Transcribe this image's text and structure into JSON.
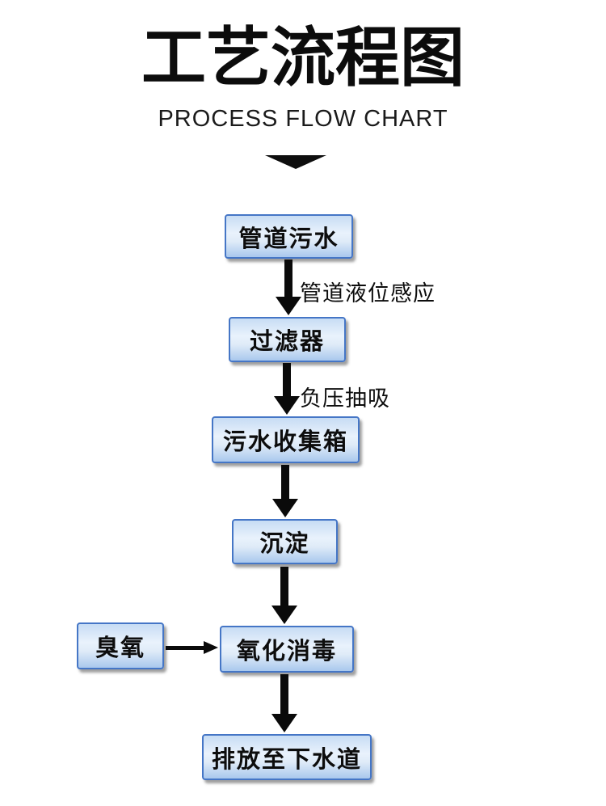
{
  "header": {
    "title": "工艺流程图",
    "subtitle": "PROCESS FLOW CHART"
  },
  "flow": {
    "nodes": {
      "pipeline_sewage": "管道污水",
      "filter": "过滤器",
      "collection_tank": "污水收集箱",
      "sedimentation": "沉淀",
      "ozone": "臭氧",
      "oxidation_disinfection": "氧化消毒",
      "discharge_sewer": "排放至下水道"
    },
    "edges": [
      {
        "from": "pipeline_sewage",
        "to": "filter",
        "label": "管道液位感应"
      },
      {
        "from": "filter",
        "to": "collection_tank",
        "label": "负压抽吸"
      },
      {
        "from": "collection_tank",
        "to": "sedimentation",
        "label": ""
      },
      {
        "from": "sedimentation",
        "to": "oxidation_disinfection",
        "label": ""
      },
      {
        "from": "ozone",
        "to": "oxidation_disinfection",
        "label": ""
      },
      {
        "from": "oxidation_disinfection",
        "to": "discharge_sewer",
        "label": ""
      }
    ]
  },
  "colors": {
    "background": "#ffffff",
    "box_border": "#4576c6",
    "box_fill_top": "#c7dcf4",
    "box_fill_mid": "#e9f2fc",
    "box_fill_bottom": "#a9c8ed",
    "arrow": "#0a0a0a",
    "text": "#0d0d0d"
  }
}
